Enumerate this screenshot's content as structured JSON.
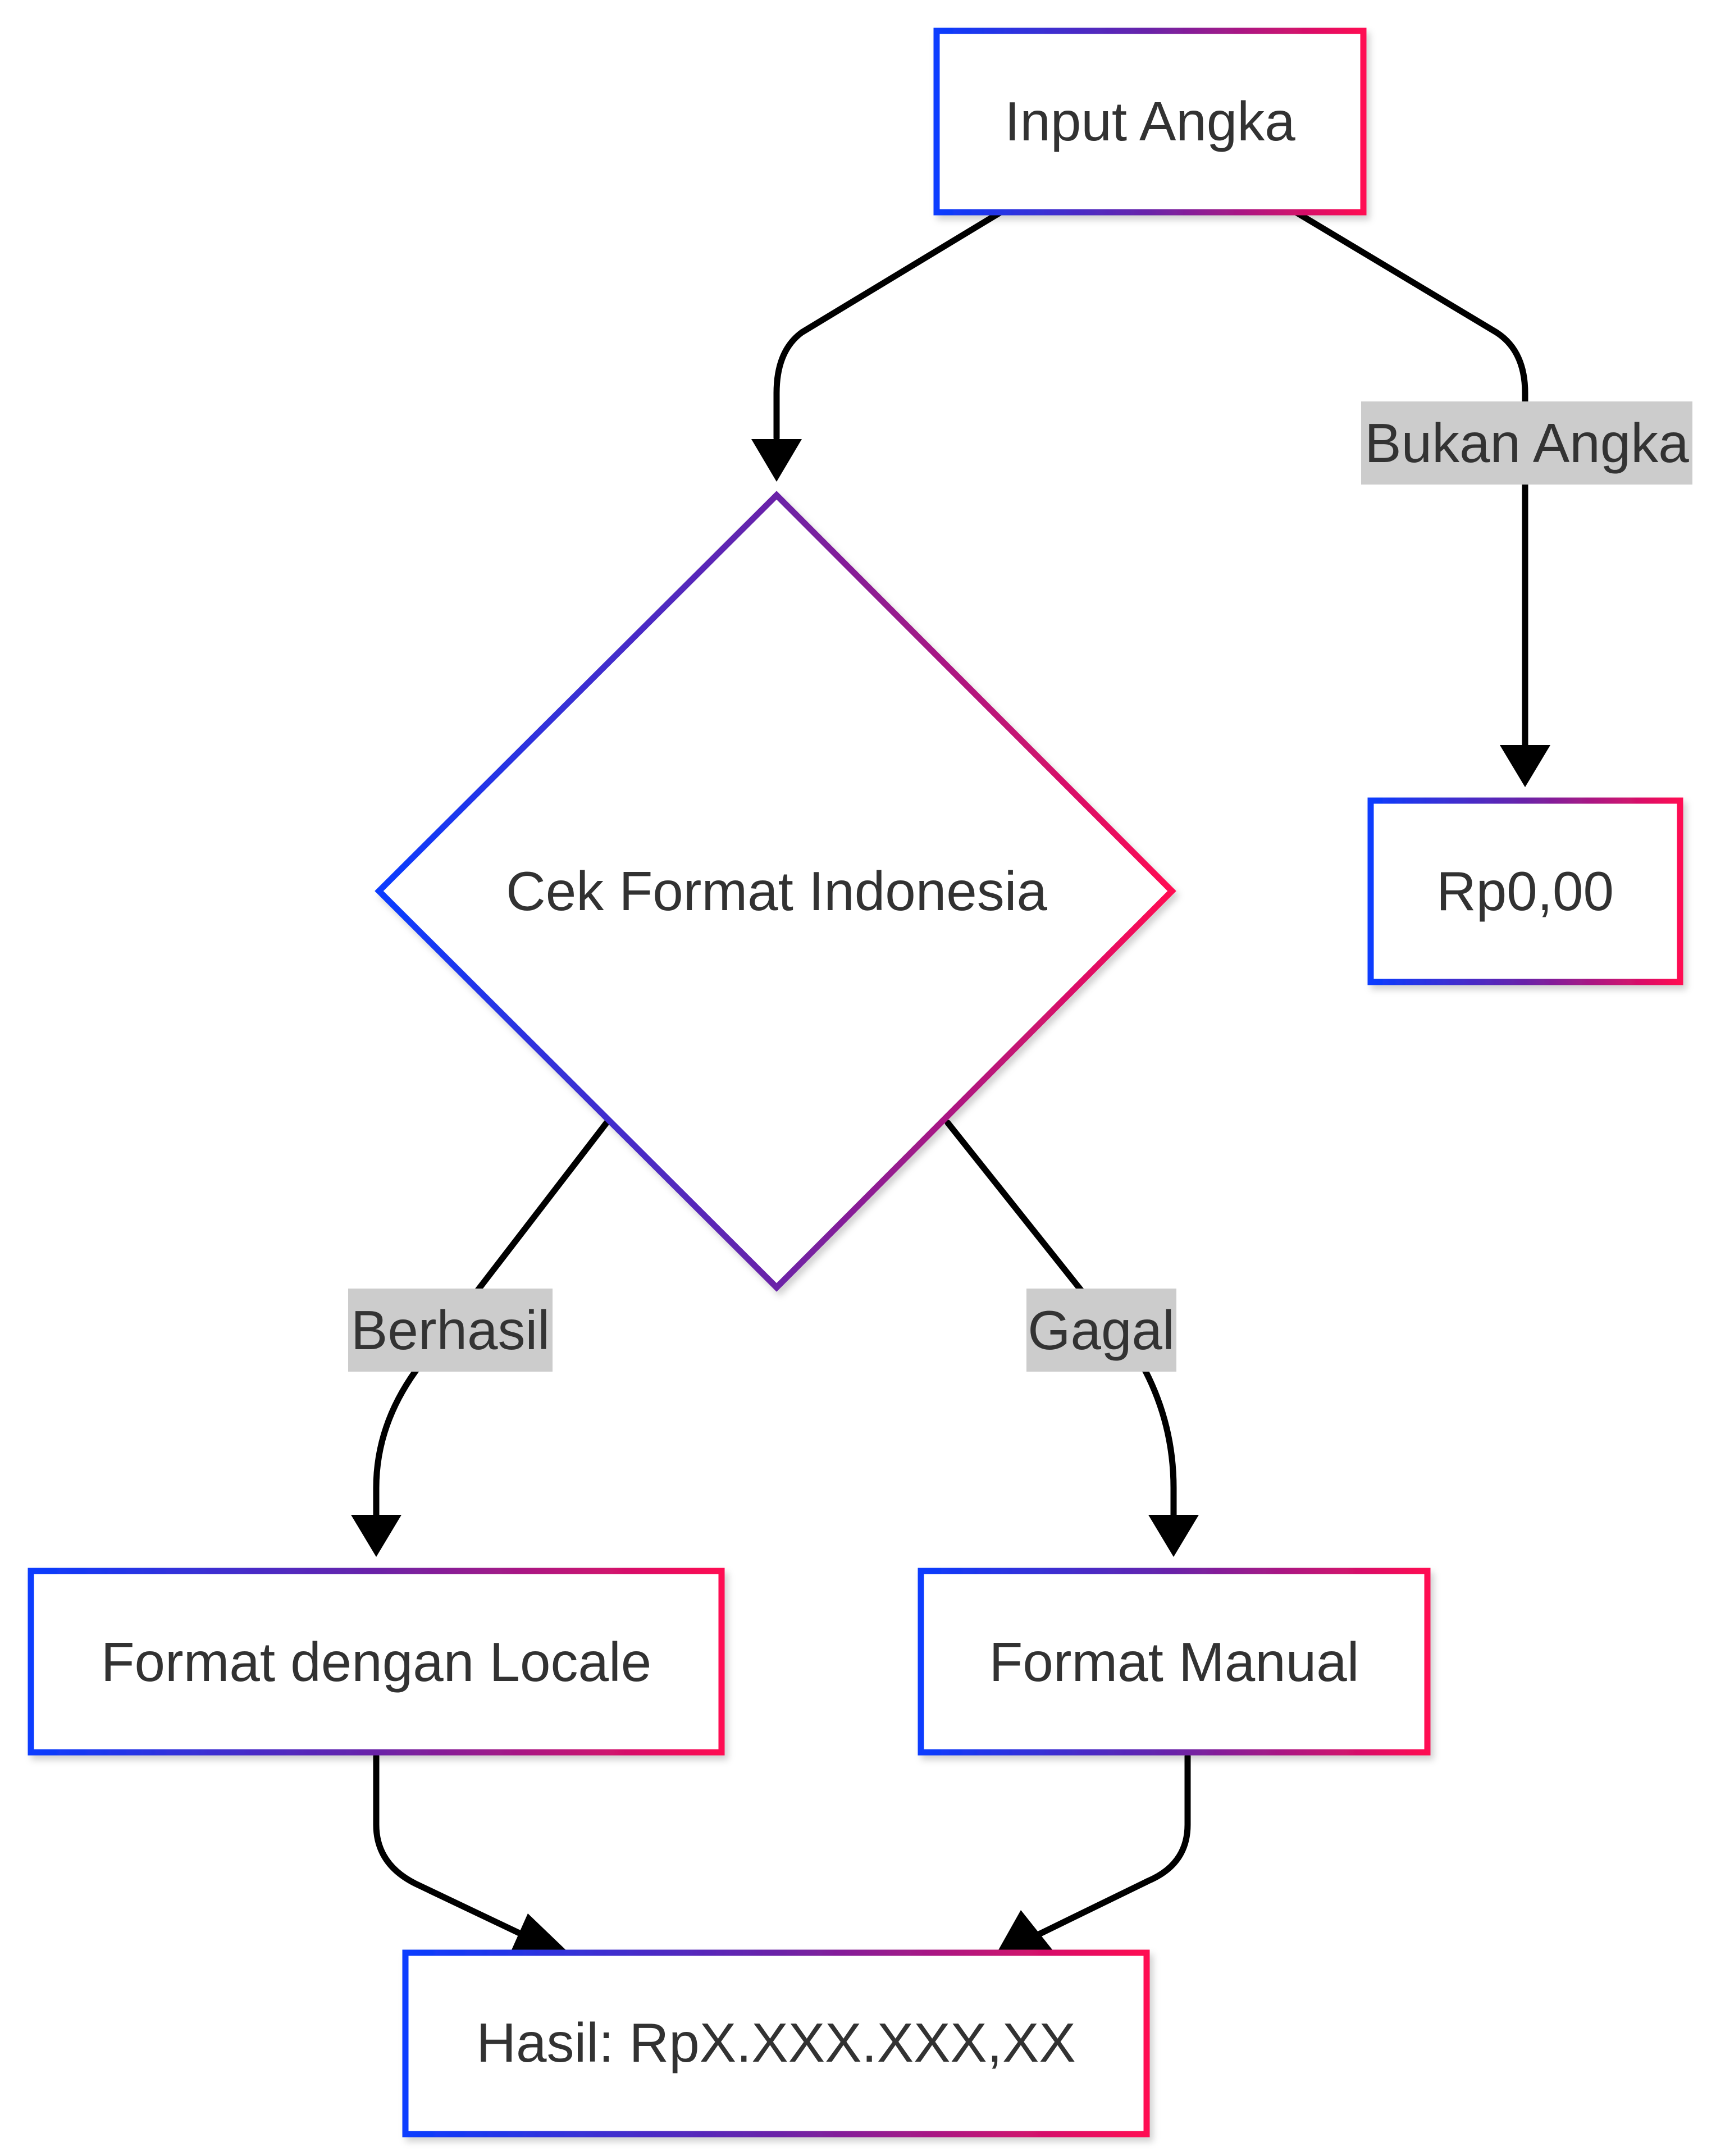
{
  "diagram": {
    "type": "flowchart",
    "gradient": {
      "start": "#0a3cff",
      "mid": "#6a23a8",
      "end": "#ff0a52"
    },
    "edge_color": "#000000",
    "label_background": "#cccccc",
    "text_color": "#333333",
    "nodes": {
      "input": {
        "label": "Input Angka"
      },
      "check": {
        "label": "Cek Format Indonesia"
      },
      "zero": {
        "label": "Rp0,00"
      },
      "locale": {
        "label": "Format dengan Locale"
      },
      "manual": {
        "label": "Format Manual"
      },
      "result": {
        "label": "Hasil: RpX.XXX.XXX,XX"
      }
    },
    "edges": {
      "input_to_check": {
        "label": ""
      },
      "input_to_zero": {
        "label": "Bukan Angka"
      },
      "check_to_locale": {
        "label": "Berhasil"
      },
      "check_to_manual": {
        "label": "Gagal"
      },
      "locale_to_result": {
        "label": ""
      },
      "manual_to_result": {
        "label": ""
      }
    }
  }
}
